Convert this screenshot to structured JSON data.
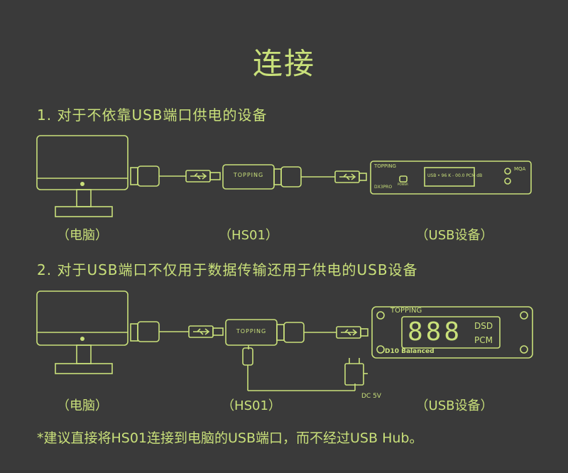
{
  "title": "连接",
  "section1": {
    "heading": "1. 对于不依靠USB端口供电的设备",
    "labels": {
      "computer": "（电脑）",
      "adapter": "（HS01）",
      "device": "（USB设备）"
    },
    "adapter_brand": "TOPPING",
    "device_brand": "TOPPING",
    "device_model": "DX3PRO",
    "device_display": "USB • 96 K  - 00.0 PCM dB",
    "device_badge": "MQA",
    "device_button": "POWER"
  },
  "section2": {
    "heading": "2. 对于USB端口不仅用于数据传输还用于供电的USB设备",
    "labels": {
      "computer": "（电脑）",
      "adapter": "（HS01）",
      "device": "（USB设备）"
    },
    "adapter_brand": "TOPPING",
    "device_brand": "TOPPING",
    "device_model": "D10 Balanced",
    "device_digits": "888",
    "device_dsd": "DSD",
    "device_pcm": "PCM",
    "power_label": "DC 5V"
  },
  "footnote": "*建议直接将HS01连接到电脑的USB端口，而不经过USB Hub。",
  "colors": {
    "background": "#3a3a3a",
    "line": "#c9e07a"
  }
}
